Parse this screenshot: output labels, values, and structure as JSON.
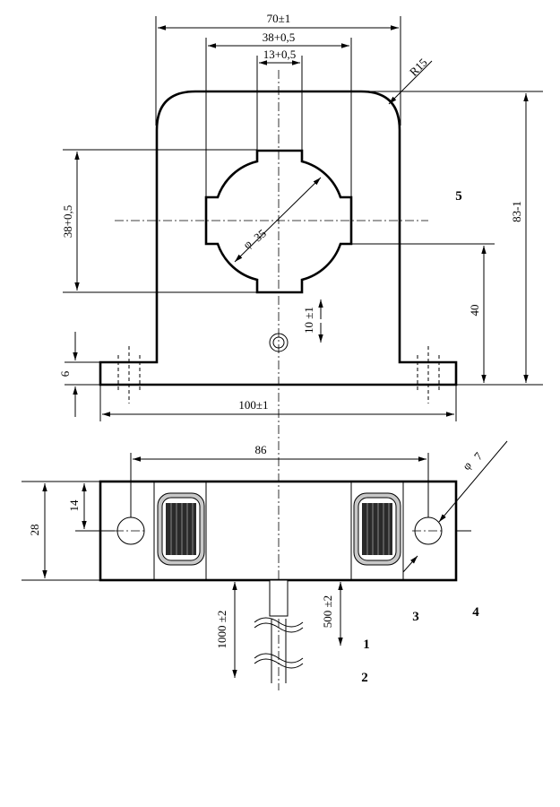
{
  "dimensions": {
    "top_width": "70±1",
    "window_width": "38+0,5",
    "slot_width": "13+0,5",
    "corner_radius": "R15",
    "total_height": "83-1",
    "window_height": "38+0,5",
    "hole_diameter": "35",
    "center_height": "40",
    "led_offset": "10 ±1",
    "base_thickness": "6",
    "base_width": "100±1",
    "mount_spacing": "86",
    "mount_hole": "7",
    "bottom_height": "28",
    "bottom_hole_offset": "14",
    "lead_length": "1000 ±2",
    "lead_bare": "500 ±2"
  },
  "callouts": {
    "c1": "1",
    "c2": "2",
    "c3": "3",
    "c4": "4",
    "c5": "5"
  }
}
